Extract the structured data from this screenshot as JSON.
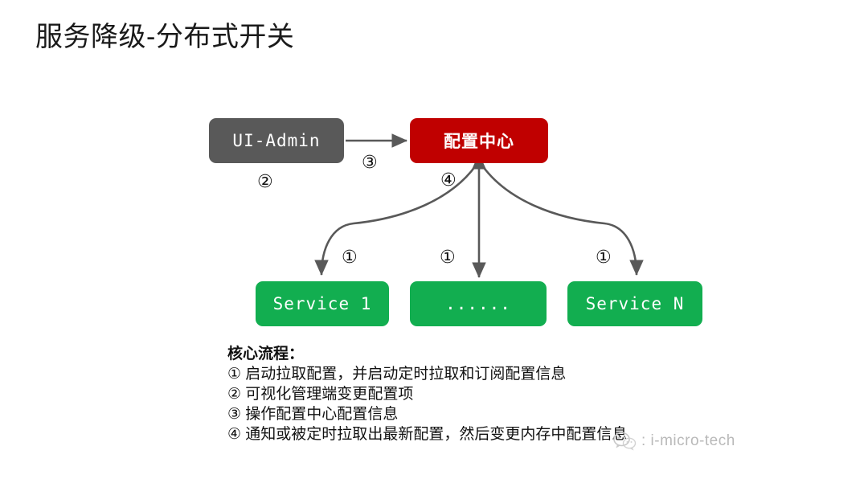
{
  "slide": {
    "title": "服务降级-分布式开关",
    "background_color": "#ffffff"
  },
  "diagram": {
    "nodes": [
      {
        "id": "ui-admin",
        "label": "UI-Admin",
        "color": "#595959"
      },
      {
        "id": "config-center",
        "label": "配置中心",
        "color": "#C00000"
      },
      {
        "id": "service-1",
        "label": "Service 1",
        "color": "#12AE50"
      },
      {
        "id": "service-middle",
        "label": "......",
        "color": "#12AE50"
      },
      {
        "id": "service-n",
        "label": "Service N",
        "color": "#12AE50"
      }
    ],
    "step_markers": {
      "step_1_left": "①",
      "step_1_middle": "①",
      "step_1_right": "①",
      "step_2": "②",
      "step_3": "③",
      "step_4": "④"
    },
    "edge_color": "#595959"
  },
  "notes": {
    "heading": "核心流程：",
    "items": [
      "① 启动拉取配置，并启动定时拉取和订阅配置信息",
      "② 可视化管理端变更配置项",
      "③ 操作配置中心配置信息",
      "④ 通知或被定时拉取出最新配置，然后变更内存中配置信息"
    ]
  },
  "watermark": {
    "text": ": i-micro-tech",
    "color": "#b9b9b9"
  }
}
